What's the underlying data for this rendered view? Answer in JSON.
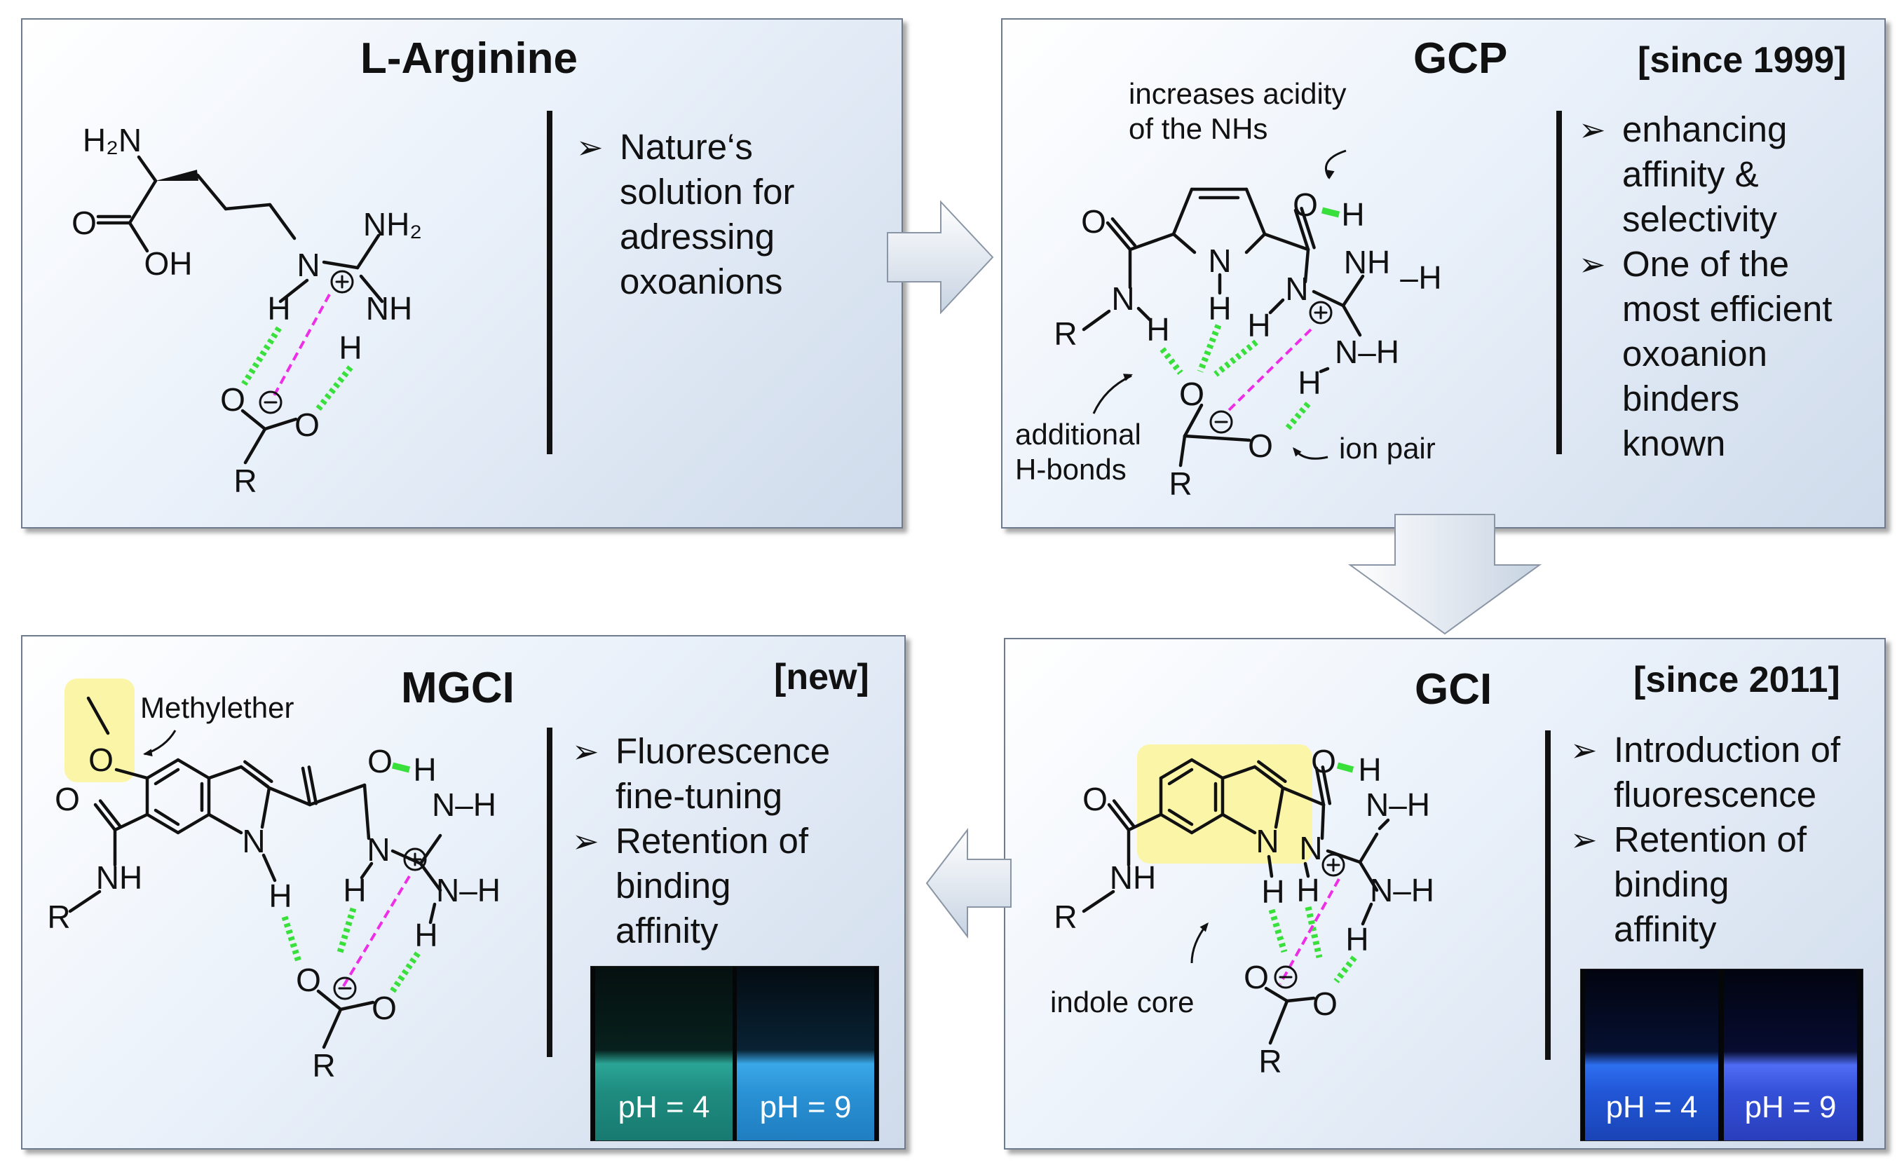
{
  "panels": {
    "arginine": {
      "title": "L-Arginine",
      "bullets": [
        "Nature‘s\nsolution for\nadressing\noxoanions"
      ]
    },
    "gcp": {
      "title": "GCP",
      "since": "[since 1999]",
      "bullets": [
        "enhancing\naffinity &\nselectivity",
        "One of the\nmost efficient\noxoanion\nbinders\nknown"
      ],
      "annotations": {
        "acidity": "increases acidity\nof the NHs",
        "hbonds": "additional\nH-bonds",
        "ionpair": "ion pair"
      }
    },
    "mgci": {
      "title": "MGCI",
      "since": "[new]",
      "bullets": [
        "Fluorescence\nfine-tuning",
        "Retention of\nbinding\naffinity"
      ],
      "annotations": {
        "methylether": "Methylether"
      },
      "vials": [
        "pH = 4",
        "pH = 9"
      ]
    },
    "gci": {
      "title": "GCI",
      "since": "[since 2011]",
      "bullets": [
        "Introduction of\nfluorescence",
        "Retention of\nbinding\naffinity"
      ],
      "annotations": {
        "indole": "indole core"
      },
      "vials": [
        "pH = 4",
        "pH = 9"
      ]
    }
  },
  "bullet_marker": "➢",
  "atoms": {
    "H2N": "H₂N",
    "NH2": "NH₂",
    "O": "O",
    "OH": "OH",
    "N": "N",
    "H": "H",
    "NH": "NH",
    "R": "R",
    "NH_dash": "N–H",
    "plus": "⊕",
    "minus": "⊖"
  },
  "colors": {
    "hbond": "#39e03c",
    "ionpair": "#ee2ee6",
    "highlight": "#fbf5a8",
    "border": "#6d7b8c"
  },
  "icons": {
    "flow_arrow": "block-arrow",
    "bullet": "arrowhead-bullet"
  }
}
